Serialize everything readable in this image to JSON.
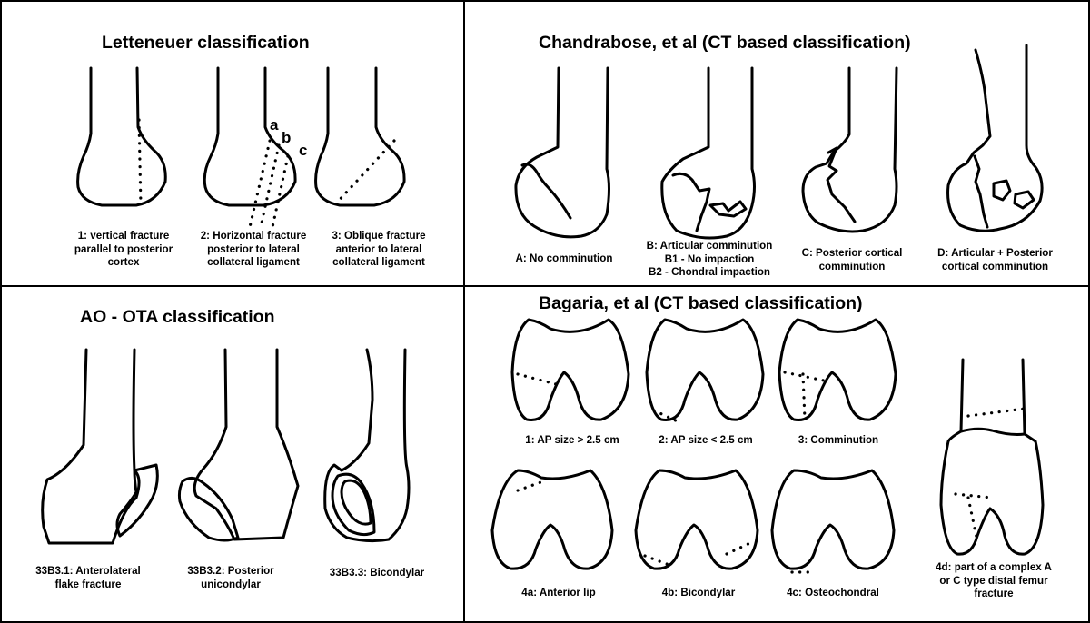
{
  "panels": {
    "letteneuer": {
      "title": "Letteneuer classification",
      "fragment_letters": [
        "a",
        "b",
        "c"
      ],
      "captions": [
        [
          "1: vertical fracture",
          "parallel to posterior",
          "cortex"
        ],
        [
          "2: Horizontal fracture",
          "posterior to lateral",
          "collateral ligament"
        ],
        [
          "3: Oblique fracture",
          "anterior  to lateral",
          "collateral ligament"
        ]
      ]
    },
    "chandrabose": {
      "title": "Chandrabose, et al (CT based classification)",
      "captions": [
        [
          "A: No comminution"
        ],
        [
          "B: Articular comminution",
          "B1 - No impaction",
          "B2 - Chondral impaction"
        ],
        [
          "C: Posterior cortical",
          "comminution"
        ],
        [
          "D: Articular + Posterior",
          "cortical comminution"
        ]
      ]
    },
    "ao_ota": {
      "title": "AO - OTA classification",
      "captions": [
        [
          "33B3.1: Anterolateral",
          "flake fracture"
        ],
        [
          "33B3.2: Posterior",
          "unicondylar"
        ],
        [
          "33B3.3: Bicondylar"
        ]
      ]
    },
    "bagaria": {
      "title": "Bagaria, et al (CT based classification)",
      "captions": [
        [
          "1: AP size > 2.5 cm"
        ],
        [
          "2: AP size < 2.5 cm"
        ],
        [
          "3: Comminution"
        ],
        [
          "4a: Anterior lip"
        ],
        [
          "4b: Bicondylar"
        ],
        [
          "4c: Osteochondral"
        ],
        [
          "4d: part of a complex A",
          "or C type distal femur",
          "fracture"
        ]
      ]
    }
  }
}
